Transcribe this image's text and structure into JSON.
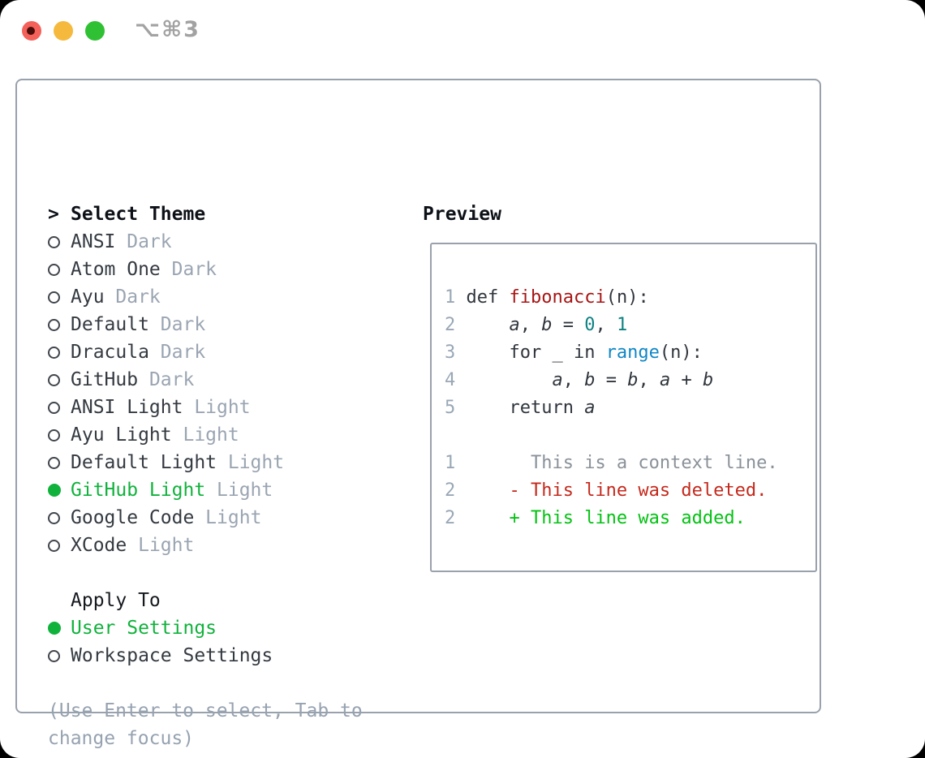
{
  "window": {
    "title": "⌥⌘3",
    "traffic_lights": [
      "close",
      "minimize",
      "zoom"
    ]
  },
  "colors": {
    "selection_green": "#10b23c",
    "added_green": "#04c214",
    "deleted_red": "#c5291c",
    "function_red": "#a81414",
    "builtin_blue": "#0f87c6",
    "literal_teal": "#0e8181",
    "context_gray": "#8a9199",
    "line_number_gray": "#99a7b6",
    "tag_gray": "#9aa5b2",
    "help_gray": "#96a2b0",
    "border_gray": "#99a1ac",
    "traffic_red": "#f4605a",
    "traffic_yellow": "#f5b93d",
    "traffic_green": "#2fc133"
  },
  "theme_list": {
    "header_marker": ">",
    "header": "Select Theme",
    "items": [
      {
        "name": "ANSI",
        "tag": "Dark",
        "selected": false
      },
      {
        "name": "Atom One",
        "tag": "Dark",
        "selected": false
      },
      {
        "name": "Ayu",
        "tag": "Dark",
        "selected": false
      },
      {
        "name": "Default",
        "tag": "Dark",
        "selected": false
      },
      {
        "name": "Dracula",
        "tag": "Dark",
        "selected": false
      },
      {
        "name": "GitHub",
        "tag": "Dark",
        "selected": false
      },
      {
        "name": "ANSI Light",
        "tag": "Light",
        "selected": false
      },
      {
        "name": "Ayu Light",
        "tag": "Light",
        "selected": false
      },
      {
        "name": "Default Light",
        "tag": "Light",
        "selected": false
      },
      {
        "name": "GitHub Light",
        "tag": "Light",
        "selected": true
      },
      {
        "name": "Google Code",
        "tag": "Light",
        "selected": false
      },
      {
        "name": "XCode",
        "tag": "Light",
        "selected": false
      }
    ]
  },
  "apply_to": {
    "header": "Apply To",
    "items": [
      {
        "label": "User Settings",
        "selected": true
      },
      {
        "label": "Workspace Settings",
        "selected": false
      }
    ]
  },
  "help": {
    "lines": [
      "(Use Enter to select, Tab to",
      "change focus)"
    ]
  },
  "preview": {
    "title": "Preview",
    "code_lines": [
      {
        "tokens": [
          {
            "t": "1 ",
            "c": "num"
          },
          {
            "t": "def ",
            "c": "code"
          },
          {
            "t": "fibonacci",
            "c": "func"
          },
          {
            "t": "(n):",
            "c": "code"
          }
        ]
      },
      {
        "tokens": [
          {
            "t": "2 ",
            "c": "num"
          },
          {
            "t": "    ",
            "c": "code"
          },
          {
            "t": "a",
            "c": "var"
          },
          {
            "t": ", ",
            "c": "code"
          },
          {
            "t": "b",
            "c": "var"
          },
          {
            "t": " = ",
            "c": "code"
          },
          {
            "t": "0",
            "c": "lit"
          },
          {
            "t": ", ",
            "c": "code"
          },
          {
            "t": "1",
            "c": "lit"
          }
        ]
      },
      {
        "tokens": [
          {
            "t": "3 ",
            "c": "num"
          },
          {
            "t": "    for _ in ",
            "c": "code"
          },
          {
            "t": "range",
            "c": "builtin"
          },
          {
            "t": "(n):",
            "c": "code"
          }
        ]
      },
      {
        "tokens": [
          {
            "t": "4 ",
            "c": "num"
          },
          {
            "t": "        ",
            "c": "code"
          },
          {
            "t": "a",
            "c": "var"
          },
          {
            "t": ", ",
            "c": "code"
          },
          {
            "t": "b",
            "c": "var"
          },
          {
            "t": " = ",
            "c": "code"
          },
          {
            "t": "b",
            "c": "var"
          },
          {
            "t": ", ",
            "c": "code"
          },
          {
            "t": "a",
            "c": "var"
          },
          {
            "t": " + ",
            "c": "code"
          },
          {
            "t": "b",
            "c": "var"
          }
        ]
      },
      {
        "tokens": [
          {
            "t": "5 ",
            "c": "num"
          },
          {
            "t": "    return ",
            "c": "code"
          },
          {
            "t": "a",
            "c": "var"
          }
        ]
      },
      {
        "tokens": []
      },
      {
        "tokens": [
          {
            "t": "1 ",
            "c": "num"
          },
          {
            "t": "      This is a context line.",
            "c": "ctx"
          }
        ]
      },
      {
        "tokens": [
          {
            "t": "2 ",
            "c": "num"
          },
          {
            "t": "    - This line was deleted.",
            "c": "del"
          }
        ]
      },
      {
        "tokens": [
          {
            "t": "2 ",
            "c": "num"
          },
          {
            "t": "    + This line was added.",
            "c": "add"
          }
        ]
      }
    ]
  }
}
